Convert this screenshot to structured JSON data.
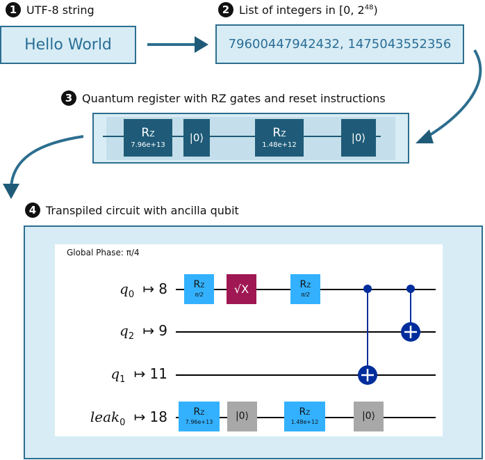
{
  "steps": {
    "s1": {
      "number": "1",
      "label": "UTF-8 string"
    },
    "s2": {
      "number": "2",
      "label_prefix": "List of integers in [0, 2",
      "label_exp": "48",
      "label_suffix": ")"
    },
    "s3": {
      "number": "3",
      "label": "Quantum register with RZ gates and reset instructions"
    },
    "s4": {
      "number": "4",
      "label": "Transpiled circuit with ancilla qubit"
    }
  },
  "input_string": "Hello World",
  "integers": "79600447942432, 1475043552356",
  "register": {
    "gates": [
      {
        "name": "R",
        "sub": "Z",
        "param": "7.96e+13"
      },
      {
        "name": "|0⟩"
      },
      {
        "name": "R",
        "sub": "Z",
        "param": "1.48e+12"
      },
      {
        "name": "|0⟩"
      }
    ]
  },
  "transpiled": {
    "global_phase": "Global Phase: π/4",
    "qubits": [
      {
        "name": "q",
        "sub": "0",
        "mapsto": "↦",
        "index": "8"
      },
      {
        "name": "q",
        "sub": "2",
        "mapsto": "↦",
        "index": "9"
      },
      {
        "name": "q",
        "sub": "1",
        "mapsto": "↦",
        "index": "11"
      },
      {
        "name": "leak",
        "sub": "0",
        "mapsto": "↦",
        "index": "18"
      }
    ],
    "gates": {
      "rz1": {
        "name": "R",
        "sub": "Z",
        "param": "π/2"
      },
      "sx": {
        "name": "√X"
      },
      "rz2": {
        "name": "R",
        "sub": "Z",
        "param": "π/2"
      },
      "rz3": {
        "name": "R",
        "sub": "Z",
        "param": "7.96e+13"
      },
      "reset1": {
        "name": "|0⟩"
      },
      "rz4": {
        "name": "R",
        "sub": "Z",
        "param": "1.48e+12"
      },
      "reset2": {
        "name": "|0⟩"
      }
    }
  },
  "colors": {
    "box_fill": "#d8ecf5",
    "box_border": "#2c6e8f",
    "register_gate": "#1f5b78",
    "rz_gate": "#33b1ff",
    "sx_gate": "#9f1853",
    "reset_gate": "#a8a8a8",
    "cnot": "#002d9c",
    "arrow": "#2c6e8f"
  }
}
